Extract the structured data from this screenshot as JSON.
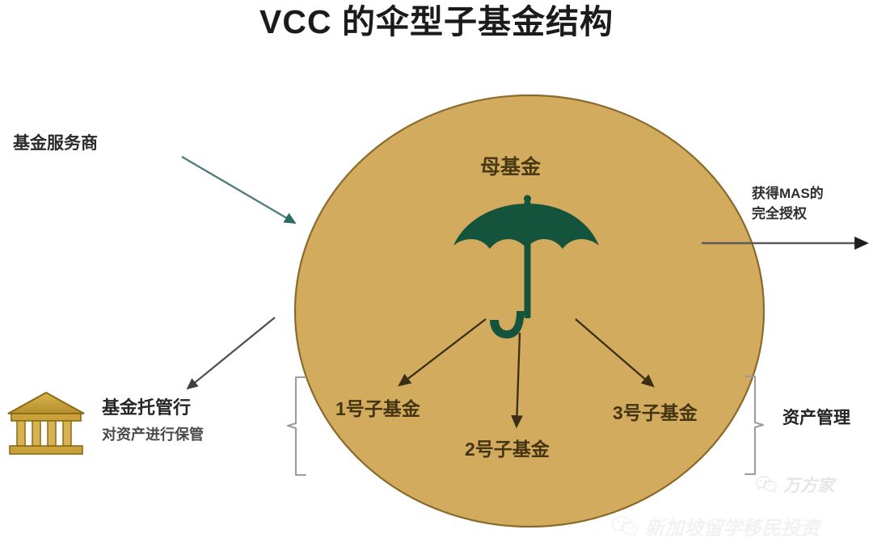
{
  "title": "VCC 的伞型子基金结构",
  "colors": {
    "ellipse_fill": "#D2AB5E",
    "ellipse_stroke": "#8C6B2A",
    "umbrella": "#14543C",
    "teal_arrow": "#2E6B66",
    "gray_arrow": "#4A4A4A",
    "dark_arrow": "#3A2F14",
    "bracket": "#9A9A9A",
    "bank_icon": "#C9A13B",
    "title_text": "#1b1b1b",
    "watermark": "#EFEFEF"
  },
  "left": {
    "fund_service_provider": "基金服务商",
    "custodian_title": "基金托管行",
    "custodian_subtitle": "对资产进行保管",
    "bank_icon_name": "bank-building-icon"
  },
  "center": {
    "parent_fund": "母基金",
    "umbrella_icon_name": "umbrella-icon",
    "subfunds": [
      {
        "label": "1号子基金"
      },
      {
        "label": "2号子基金"
      },
      {
        "label": "3号子基金"
      }
    ]
  },
  "right": {
    "mas_authorization": "获得MAS的\n完全授权",
    "asset_management": "资产管理"
  },
  "watermarks": {
    "top": "万方家",
    "bottom": "新加坡留学移民投资",
    "icon_name": "wechat-icon"
  }
}
